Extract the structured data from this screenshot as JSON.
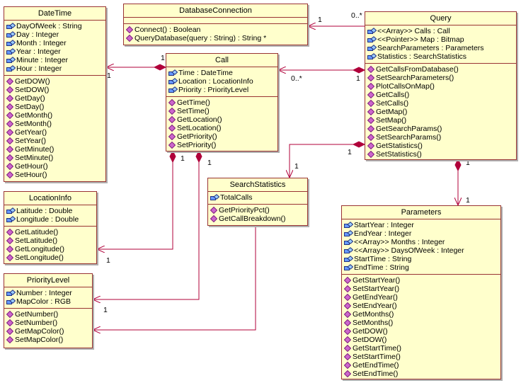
{
  "classes": {
    "datetime": {
      "name": "DateTime",
      "attributes": [
        "DayOfWeek : String",
        "Day : Integer",
        "Month : Integer",
        "Year : Integer",
        "Minute : Integer",
        "Hour : Integer"
      ],
      "operations": [
        "GetDOW()",
        "SetDOW()",
        "GetDay()",
        "SetDay()",
        "GetMonth()",
        "SetMonth()",
        "GetYear()",
        "SetYear()",
        "GetMinute()",
        "SetMinute()",
        "GetHour()",
        "SetHour()"
      ]
    },
    "dbconn": {
      "name": "DatabaseConnection",
      "attributes": [],
      "operations": [
        "Connect() : Boolean",
        "QueryDatabase(query : String) : String *"
      ]
    },
    "query": {
      "name": "Query",
      "attributes": [
        "<<Array>> Calls : Call",
        "<<Pointer>> Map : Bitmap",
        "SearchParameters : Parameters",
        "Statistics : SearchStatistics"
      ],
      "operations": [
        "GetCallsFromDatabase()",
        "SetSearchParameters()",
        "PlotCallsOnMap()",
        "GetCalls()",
        "SetCalls()",
        "GetMap()",
        "SetMap()",
        "GetSearchParams()",
        "SetSearchParams()",
        "GetStatistics()",
        "SetStatistics()"
      ]
    },
    "call": {
      "name": "Call",
      "attributes": [
        "Time : DateTime",
        "Location : LocationInfo",
        "Priority : PriorityLevel"
      ],
      "operations": [
        "GetTime()",
        "SetTime()",
        "GetLocation()",
        "SetLocation()",
        "GetPriority()",
        "SetPriority()"
      ]
    },
    "location": {
      "name": "LocationInfo",
      "attributes": [
        "Latitude : Double",
        "Longitude : Double"
      ],
      "operations": [
        "GetLatitude()",
        "SetLatitude()",
        "GetLongitude()",
        "SetLongitude()"
      ]
    },
    "searchstats": {
      "name": "SearchStatistics",
      "attributes": [
        "TotalCalls"
      ],
      "operations": [
        "GetPriorityPct()",
        "GetCallBreakdown()"
      ]
    },
    "parameters": {
      "name": "Parameters",
      "attributes": [
        "StartYear : Integer",
        "EndYear : Integer",
        "<<Array>> Months : Integer",
        "<<Array>> DaysOfWeek : Integer",
        "StartTime : String",
        "EndTime : String"
      ],
      "operations": [
        "GetStartYear()",
        "SetStartYear()",
        "GetEndYear()",
        "SetEndYear()",
        "GetMonths()",
        "SetMonths()",
        "GetDOW()",
        "SetDOW()",
        "GetStartTime()",
        "SetStartTime()",
        "GetEndTime()",
        "SetEndTime()"
      ]
    },
    "priority": {
      "name": "PriorityLevel",
      "attributes": [
        "Number : Integer",
        "MapColor : RGB"
      ],
      "operations": [
        "GetNumber()",
        "SetNumber()",
        "GetMapColor()",
        "SetMapColor()"
      ]
    }
  },
  "multiplicities": {
    "query_db_query": "0..*",
    "query_db_db": "1",
    "call_datetime_call": "1",
    "call_datetime_dt": "1",
    "query_call_call": "0..*",
    "query_call_query": "1",
    "query_stats_query": "1",
    "query_stats_stats": "1",
    "call_location_call": "1",
    "call_location_loc": "1",
    "call_priority_call": "1",
    "call_priority_pri": "1",
    "query_params_query": "1",
    "query_params_params": "1"
  },
  "icons": {
    "attribute": "field-icon",
    "operation": "method-icon"
  },
  "colors": {
    "box_fill": "#ffffcc",
    "box_border": "#993333",
    "connector": "#b0003a",
    "attribute_icon": "#6699ff",
    "operation_icon": "#cc66cc"
  }
}
